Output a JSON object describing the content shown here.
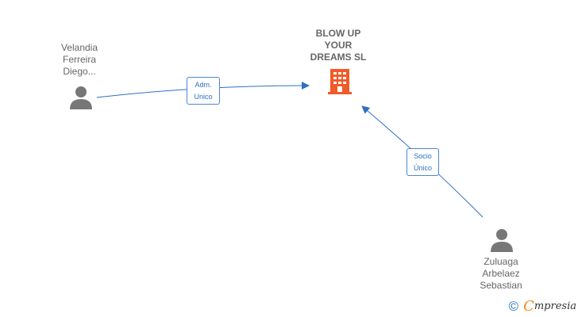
{
  "company": {
    "name_lines": [
      "BLOW UP",
      "YOUR",
      "DREAMS  SL"
    ],
    "icon": "building-icon",
    "icon_color": "#f15a29"
  },
  "persons": [
    {
      "id": "velandia",
      "name_lines": [
        "Velandia",
        "Ferreira",
        "Diego..."
      ],
      "icon": "person-icon"
    },
    {
      "id": "zuluaga",
      "name_lines": [
        "Zuluaga",
        "Arbelaez",
        "Sebastian"
      ],
      "icon": "person-icon"
    }
  ],
  "relations": [
    {
      "from": "velandia",
      "to": "company",
      "label_lines": [
        "Adm.",
        "Unico"
      ]
    },
    {
      "from": "zuluaga",
      "to": "company",
      "label_lines": [
        "Socio",
        "Único"
      ]
    }
  ],
  "colors": {
    "edge": "#2e6fc4",
    "person": "#777777",
    "text": "#666666"
  },
  "footer": {
    "copyright": "©",
    "brand_first": "C",
    "brand_rest": "mpresia"
  }
}
